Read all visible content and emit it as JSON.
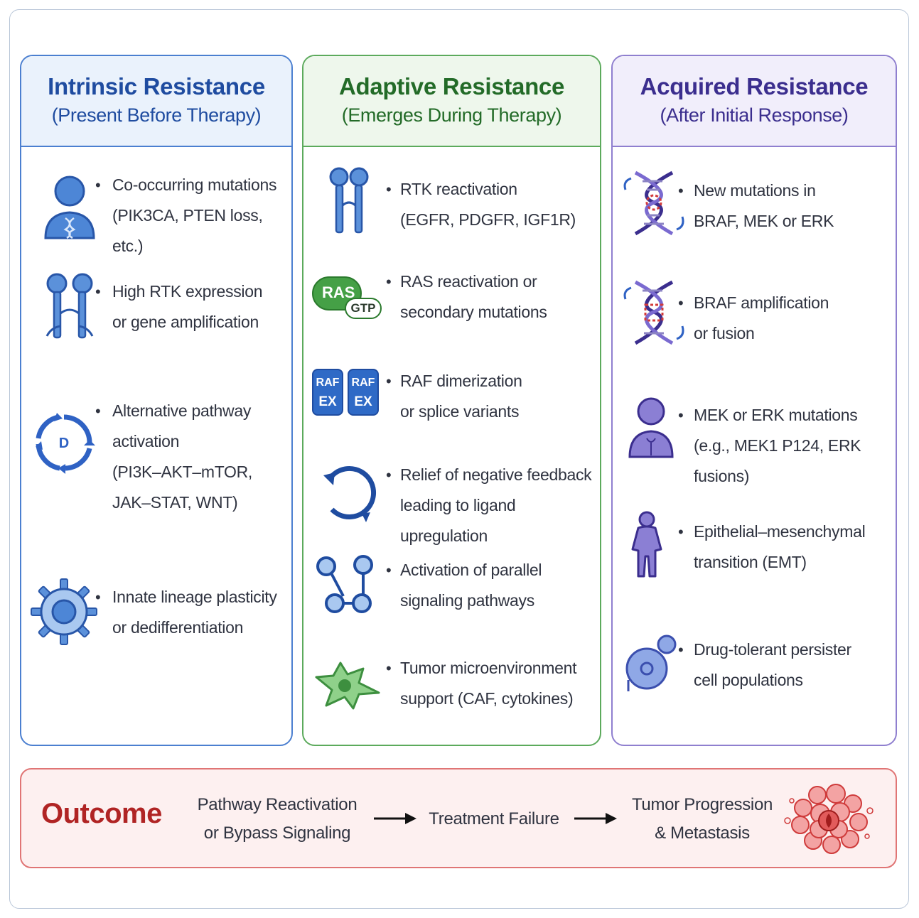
{
  "columns": [
    {
      "title": "Intrinsic Resistance",
      "subtitle": "(Present Before Therapy)",
      "items": [
        {
          "icon": "person-dna-icon",
          "lines": [
            "Co-occurring mutations",
            "(PIK3CA, PTEN loss, etc.)"
          ]
        },
        {
          "icon": "receptor-icon",
          "lines": [
            "High RTK expression",
            "or gene amplification"
          ]
        },
        {
          "icon": "cycle-icon",
          "lines": [
            "Alternative pathway",
            "activation",
            "(PI3K–AKT–mTOR,",
            "JAK–STAT, WNT)"
          ]
        },
        {
          "icon": "gear-cell-icon",
          "lines": [
            "Innate lineage plasticity",
            "or dedifferentiation"
          ]
        }
      ]
    },
    {
      "title": "Adaptive Resistance",
      "subtitle": "(Emerges During Therapy)",
      "items": [
        {
          "icon": "receptor-icon",
          "lines": [
            "RTK reactivation",
            "(EGFR, PDGFR, IGF1R)"
          ]
        },
        {
          "icon": "ras-gtp-icon",
          "lines": [
            "RAS reactivation or",
            "secondary mutations"
          ],
          "badge": [
            "RAS",
            "GTP"
          ]
        },
        {
          "icon": "raf-dimer-icon",
          "lines": [
            "RAF dimerization",
            "or splice variants"
          ],
          "badge": [
            "RAF",
            "EX"
          ]
        },
        {
          "icon": "feedback-loop-icon",
          "lines": [
            "Relief of negative feedback",
            "leading to ligand upregulation"
          ]
        },
        {
          "icon": "network-icon",
          "lines": [
            "Activation of parallel",
            "signaling pathways"
          ]
        },
        {
          "icon": "fibroblast-icon",
          "lines": [
            "Tumor microenvironment",
            "support (CAF, cytokines)"
          ]
        }
      ]
    },
    {
      "title": "Acquired Resistance",
      "subtitle": "(After Initial Response)",
      "items": [
        {
          "icon": "dna-mutation-icon",
          "lines": [
            "New mutations in",
            "BRAF, MEK or ERK"
          ]
        },
        {
          "icon": "dna-amplification-icon",
          "lines": [
            "BRAF amplification",
            "or fusion"
          ]
        },
        {
          "icon": "person-icon",
          "lines": [
            "MEK or ERK mutations",
            "(e.g., MEK1 P124, ERK fusions)"
          ]
        },
        {
          "icon": "body-figure-icon",
          "lines": [
            "Epithelial–mesenchymal",
            "transition (EMT)"
          ]
        },
        {
          "icon": "persister-cell-icon",
          "lines": [
            "Drug-tolerant persister",
            "cell populations"
          ]
        }
      ]
    }
  ],
  "outcome": {
    "label": "Outcome",
    "steps": [
      [
        "Pathway Reactivation",
        "or Bypass Signaling"
      ],
      [
        "Treatment Failure"
      ],
      [
        "Tumor Progression",
        "& Metastasis"
      ]
    ]
  },
  "bullet": "•",
  "colors": {
    "blue": "#2f62c4",
    "green": "#3d8f3f",
    "purple": "#6a5bc1",
    "red": "#b02424"
  }
}
